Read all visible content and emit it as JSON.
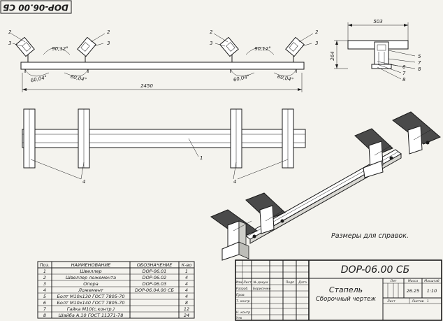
{
  "drawing": {
    "code_stamp": "DOP-06.00 СБ",
    "note": "Размеры для справок."
  },
  "front_view": {
    "angle_top": "90,12°",
    "angle_bottom": "60,04°",
    "overall_length": "2450",
    "leaders": [
      "2",
      "3"
    ]
  },
  "top_view": {
    "leaders": [
      "1",
      "4"
    ]
  },
  "side_view": {
    "width": "503",
    "height": "264",
    "leaders": [
      "5",
      "6",
      "7",
      "8"
    ]
  },
  "bom": {
    "headers": [
      "Поз.",
      "НАИМЕНОВАНИЕ",
      "ОБОЗНАЧЕНИЕ",
      "К-во"
    ],
    "rows": [
      [
        "1",
        "Швеллер",
        "DOP-06.01",
        "1"
      ],
      [
        "2",
        "Швеллер ложемента",
        "DOP-06.02",
        "4"
      ],
      [
        "3",
        "Опора",
        "DOP-06.03",
        "4"
      ],
      [
        "4",
        "Ложемент",
        "DOP-06.04.00 СБ",
        "4"
      ],
      [
        "5",
        "Болт М10х130 ГОСТ 7805-70",
        "",
        "4"
      ],
      [
        "6",
        "Болт М10х140 ГОСТ 7805-70",
        "",
        "8"
      ],
      [
        "7",
        "Гайка М10(с.контр.)",
        "",
        "12"
      ],
      [
        "8",
        "Шайба А.10 ГОСТ 11371-78",
        "",
        "24"
      ]
    ]
  },
  "title_block": {
    "designation": "DOP-06.00 СБ",
    "name_line1": "Стапель",
    "name_line2": "Сборочный чертеж",
    "col_headers": [
      "Изм",
      "Лист",
      "№ докум",
      "Подп",
      "Дата"
    ],
    "role_razrab": "Разраб.",
    "role_prov": "Пров",
    "role_tkontr": "Т. контр",
    "role_nkontr": "Н. контр",
    "role_utv": "Утв",
    "developer": "Борисенко",
    "lit_label": "Лит",
    "mass_label": "Масса",
    "scale_label": "Масштаб",
    "mass_value": "26.25",
    "scale_value": "1:10",
    "sheet_label": "Лист",
    "sheets_label": "Листов",
    "sheets_value": "1"
  }
}
